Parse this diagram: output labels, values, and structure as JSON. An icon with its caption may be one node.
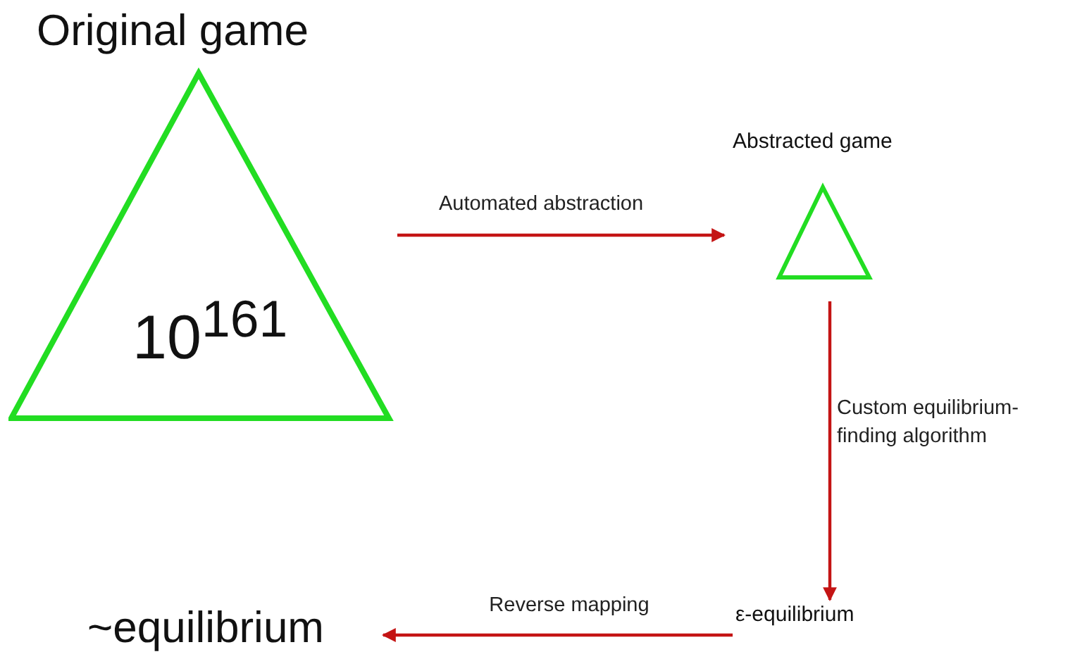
{
  "diagram": {
    "nodes": [
      {
        "text": [
          "Original game",
          "10$^{161}$"
        ]
      },
      {
        "text": [
          "Abstracted game"
        ]
      },
      {
        "text": [
          "ε-equilibrium"
        ]
      },
      {
        "text": [
          "~equilibrium"
        ]
      }
    ],
    "edges": [
      {
        "from": 0,
        "to": 1,
        "arrow": "to",
        "label": "Automated abstraction"
      },
      {
        "from": 1,
        "to": 2,
        "arrow": "to",
        "label": "Custom equilibrium-finding algorithm"
      },
      {
        "from": 2,
        "to": 3,
        "arrow": "to",
        "label": "Reverse mapping"
      }
    ]
  }
}
